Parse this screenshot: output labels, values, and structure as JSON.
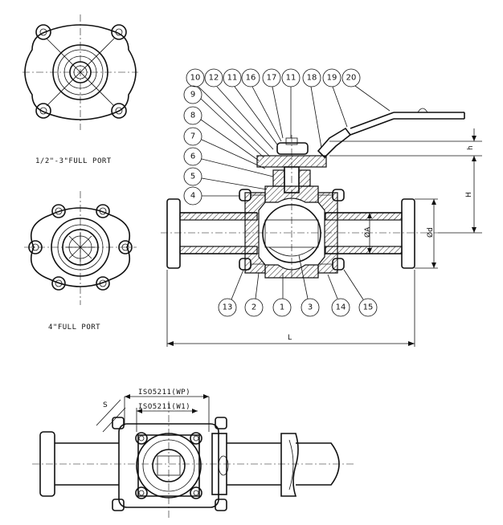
{
  "views": {
    "top_small": {
      "caption": "1/2\"-3\"FULL PORT"
    },
    "top_large": {
      "caption": "4\"FULL PORT"
    },
    "bottom": {
      "dim_upper": "ISO5211(WP)",
      "dim_lower": "ISO5211(W1)",
      "dim_side": "S"
    }
  },
  "dimensions": {
    "L": "L",
    "H": "H",
    "h": "h",
    "d_outer": "Ød",
    "d_inner": "ØA"
  },
  "callouts_top": [
    "10",
    "12",
    "11",
    "16",
    "17",
    "11",
    "18",
    "19",
    "20"
  ],
  "callouts_left": [
    "9",
    "8",
    "7",
    "6",
    "5",
    "4"
  ],
  "callouts_bottom": [
    "13",
    "2",
    "1",
    "3",
    "14",
    "15"
  ]
}
